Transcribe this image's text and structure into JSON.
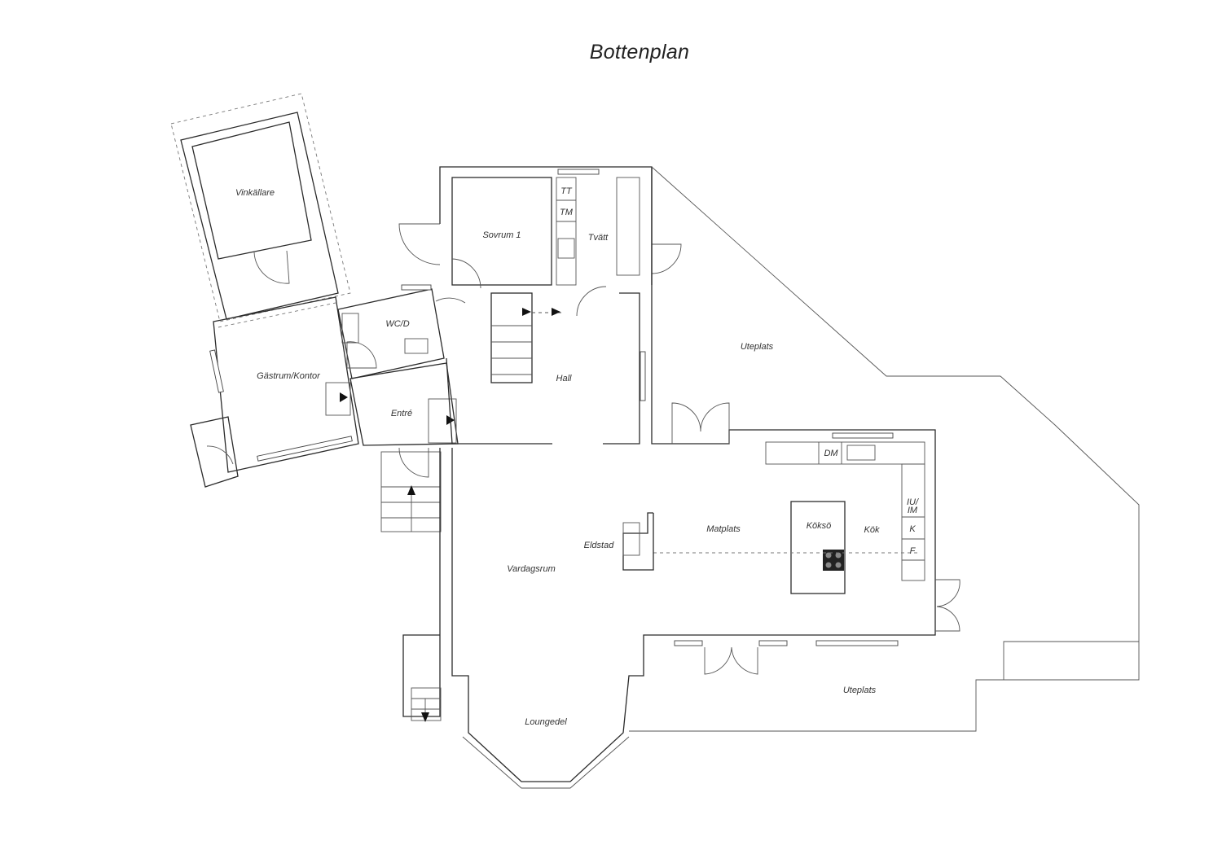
{
  "title": "Bottenplan",
  "rooms": {
    "vinkallare": "Vinkällare",
    "sovrum1": "Sovrum 1",
    "tvatt": "Tvätt",
    "tt": "TT",
    "tm": "TM",
    "wcd": "WC/D",
    "gastrum": "Gästrum/Kontor",
    "entre": "Entré",
    "hall": "Hall",
    "uteplats_top": "Uteplats",
    "dm": "DM",
    "iu": "IU/",
    "im": "IM",
    "k": "K",
    "f": "F",
    "koksö": "Köksö",
    "kok": "Kök",
    "matplats": "Matplats",
    "eldstad": "Eldstad",
    "vardagsrum": "Vardagsrum",
    "loungedel": "Loungedel",
    "uteplats_bottom": "Uteplats"
  }
}
